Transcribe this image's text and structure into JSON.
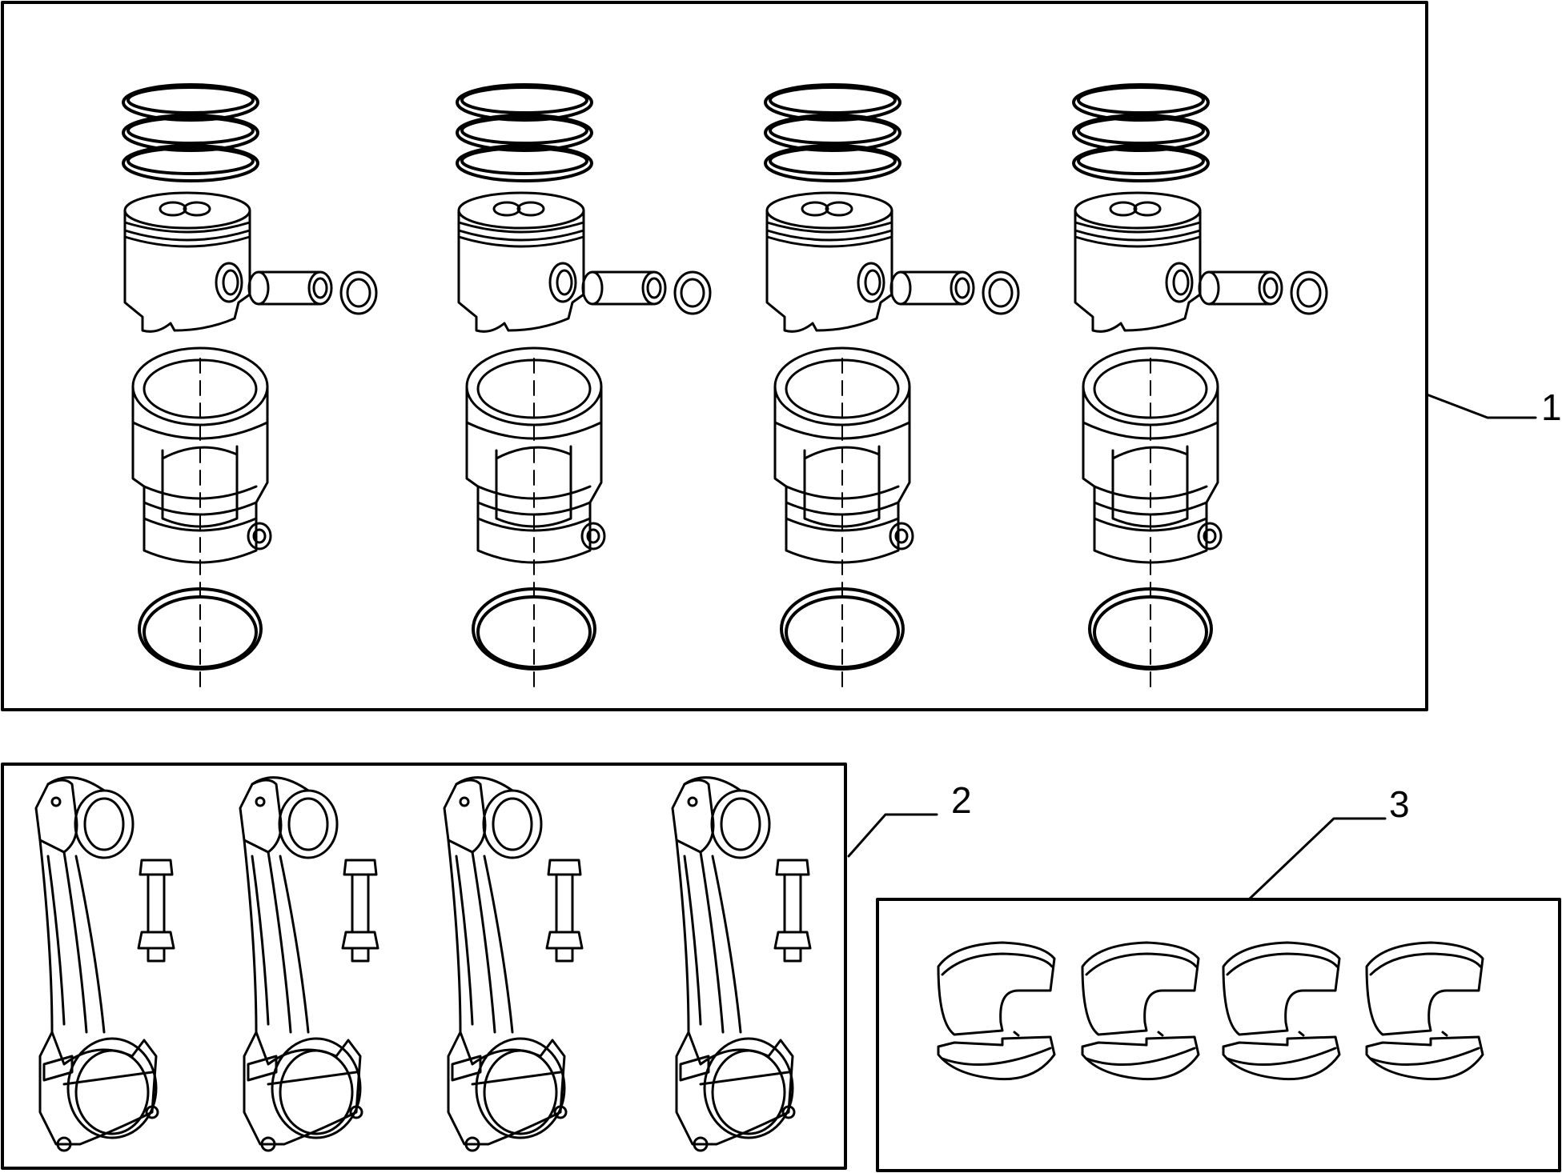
{
  "callouts": [
    {
      "id": "1",
      "label": "1",
      "part": "piston-and-liner-kit",
      "count": 4
    },
    {
      "id": "2",
      "label": "2",
      "part": "connecting-rod-kit",
      "count": 4
    },
    {
      "id": "3",
      "label": "3",
      "part": "bearing-shell-kit",
      "count": 4
    }
  ],
  "colors": {
    "line": "#000000",
    "background": "#ffffff"
  }
}
